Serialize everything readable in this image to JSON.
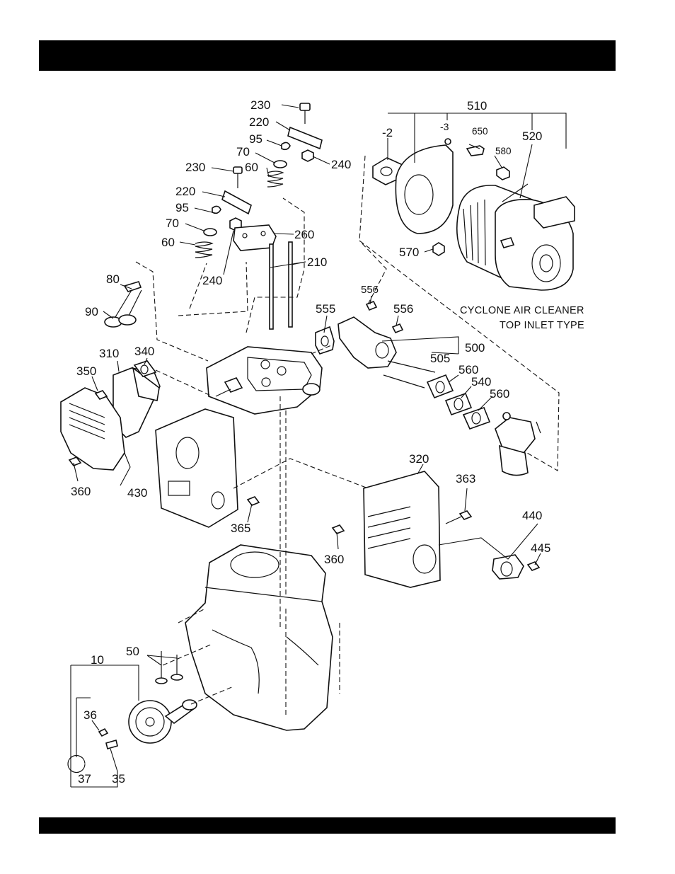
{
  "page": {
    "header_bar_color": "#000000",
    "footer_bar_color": "#000000"
  },
  "callouts": {
    "c230a": "230",
    "c220a": "220",
    "c95a": "95",
    "c70a": "70",
    "c60a": "60",
    "c240a": "240",
    "c230b": "230",
    "c220b": "220",
    "c95b": "95",
    "c70b": "70",
    "c60b": "60",
    "c240b": "240",
    "c260": "260",
    "c210": "210",
    "c80": "80",
    "c90": "90",
    "c510": "510",
    "c2": "-2",
    "c3": "-3",
    "c650": "650",
    "c580": "580",
    "c520": "520",
    "c570": "570",
    "c556a": "556",
    "c556b": "556",
    "c555": "555",
    "c500": "500",
    "c505": "505",
    "c560a": "560",
    "c540": "540",
    "c560b": "560",
    "c310": "310",
    "c340": "340",
    "c350": "350",
    "c360a": "360",
    "c430": "430",
    "c365": "365",
    "c320": "320",
    "c363": "363",
    "c360b": "360",
    "c440": "440",
    "c445": "445",
    "c10": "10",
    "c50": "50",
    "c36": "36",
    "c37": "37",
    "c35": "35"
  },
  "notes": {
    "cyclone_line1": "CYCLONE AIR CLEANER",
    "cyclone_line2": "TOP INLET TYPE"
  }
}
